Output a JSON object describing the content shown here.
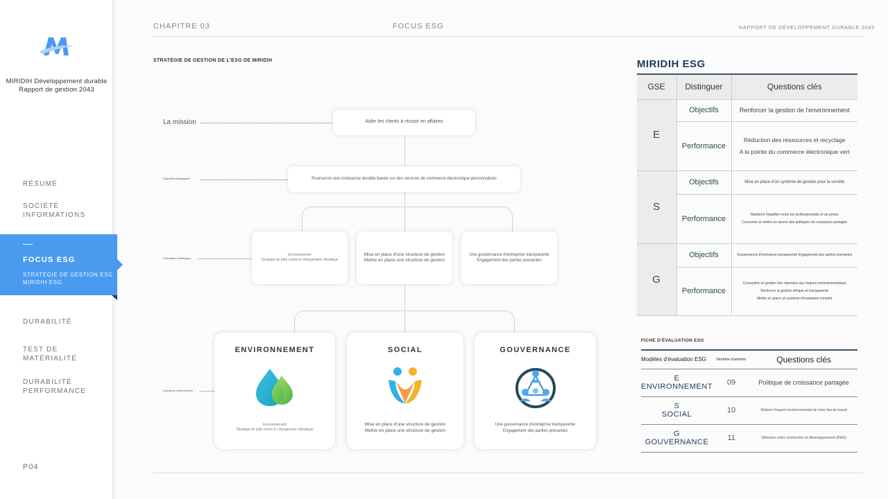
{
  "sidebar": {
    "brand_line1": "MIRIDIH Développement durable",
    "brand_line2": "Rapport de gestion 2043",
    "nav": [
      {
        "label": "RÉSUMÉ"
      },
      {
        "label": "SOCIÉTÉ\nINFORMATIONS"
      },
      {
        "label": "FOCUS ESG",
        "sub": "STRATÉGIE DE GESTION ESG\nMIRIDIH ESG"
      },
      {
        "label": "DURABILITÉ"
      },
      {
        "label": "TEST DE\nMATÉRIALITÉ"
      },
      {
        "label": "DURABILITÉ\nPERFORMANCE"
      }
    ],
    "page_number": "P04"
  },
  "header": {
    "chapter": "CHAPITRE 03",
    "focus": "FOCUS ESG",
    "report": "RAPPORT DE DÉVELOPPEMENT DURABLE 2043"
  },
  "strategy": {
    "title": "STRATÉGIE DE GESTION DE L'ESG DE MIRIDIH",
    "mission_label": "La mission",
    "mission": "Aider les clients à réussir en affaires",
    "objective_label": "Objectifs stratégiques",
    "objective": "Poursuivre une croissance durable basée sur des services de commerce électronique personnalisés",
    "direction_label": "Orientation stratégique",
    "directions": [
      "Environnement\nStratégie de lutte contre le changement climatique",
      "Mise en place d'une structure de gestion\nMettre en place une structure de gestion",
      "Une gouvernance d'entreprise transparente\nEngagement des parties prenantes"
    ],
    "domain_label": "Domaines d'intervention",
    "pillars": [
      {
        "title": "ENVIRONNEMENT",
        "desc": "Environnement\nStratégie de lutte contre le changement climatique",
        "icon": "water-drops-icon"
      },
      {
        "title": "SOCIAL",
        "desc": "Mise en place d'une structure de gestion\nMettre en place une structure de gestion",
        "icon": "people-hug-icon"
      },
      {
        "title": "GOUVERNANCE",
        "desc": "Une gouvernance d'entreprise transparente\nEngagement des parties prenantes",
        "icon": "network-people-icon"
      }
    ]
  },
  "esg_table": {
    "title": "MIRIDIH ESG",
    "headers": [
      "GSE",
      "Distinguer",
      "Questions clés"
    ],
    "groups": [
      {
        "letter": "E",
        "rows": [
          {
            "kind": "Objectifs",
            "text": "Renforcer la gestion de l'environnement"
          },
          {
            "kind": "Performance",
            "text": "Réduction des ressources et recyclage\nA la pointe du commerce électronique vert"
          }
        ]
      },
      {
        "letter": "S",
        "rows": [
          {
            "kind": "Objectifs",
            "text": "Mise en place d'un système de gestion pour la société"
          },
          {
            "kind": "Performance",
            "text": "Maintenir l'équilibre entre vie professionnelle et vie privée\nConcevoir et mettre en œuvre des politiques de croissance partagée"
          }
        ]
      },
      {
        "letter": "G",
        "rows": [
          {
            "kind": "Objectifs",
            "text": "Gouvernance d'entreprise transparente Engagement des parties prenantes"
          },
          {
            "kind": "Performance",
            "text": "Conception et gestion des réponses aux risques environnementaux\nRenforcer la gestion éthique et transparente\nMettre en place un système d'évaluation complet"
          }
        ]
      }
    ]
  },
  "evaluation": {
    "title": "FICHE D'ÉVALUATION ESG",
    "headers": [
      "Modèles d'évaluation ESG",
      "Nombre d'articles",
      "Questions clés"
    ],
    "rows": [
      {
        "model": "E\nENVIRONNEMENT",
        "count": "09",
        "question": "Politique de croissance partagée"
      },
      {
        "model": "S\nSOCIAL",
        "count": "10",
        "question": "Réduire l'impact environnemental de votre lieu de travail"
      },
      {
        "model": "G\nGOUVERNANCE",
        "count": "11",
        "question": "Stimulez votre recherche et développement (R&D)"
      }
    ]
  },
  "colors": {
    "accent": "#4a9bf0",
    "table_border": "#3d5568",
    "title": "#1f3a5a"
  }
}
